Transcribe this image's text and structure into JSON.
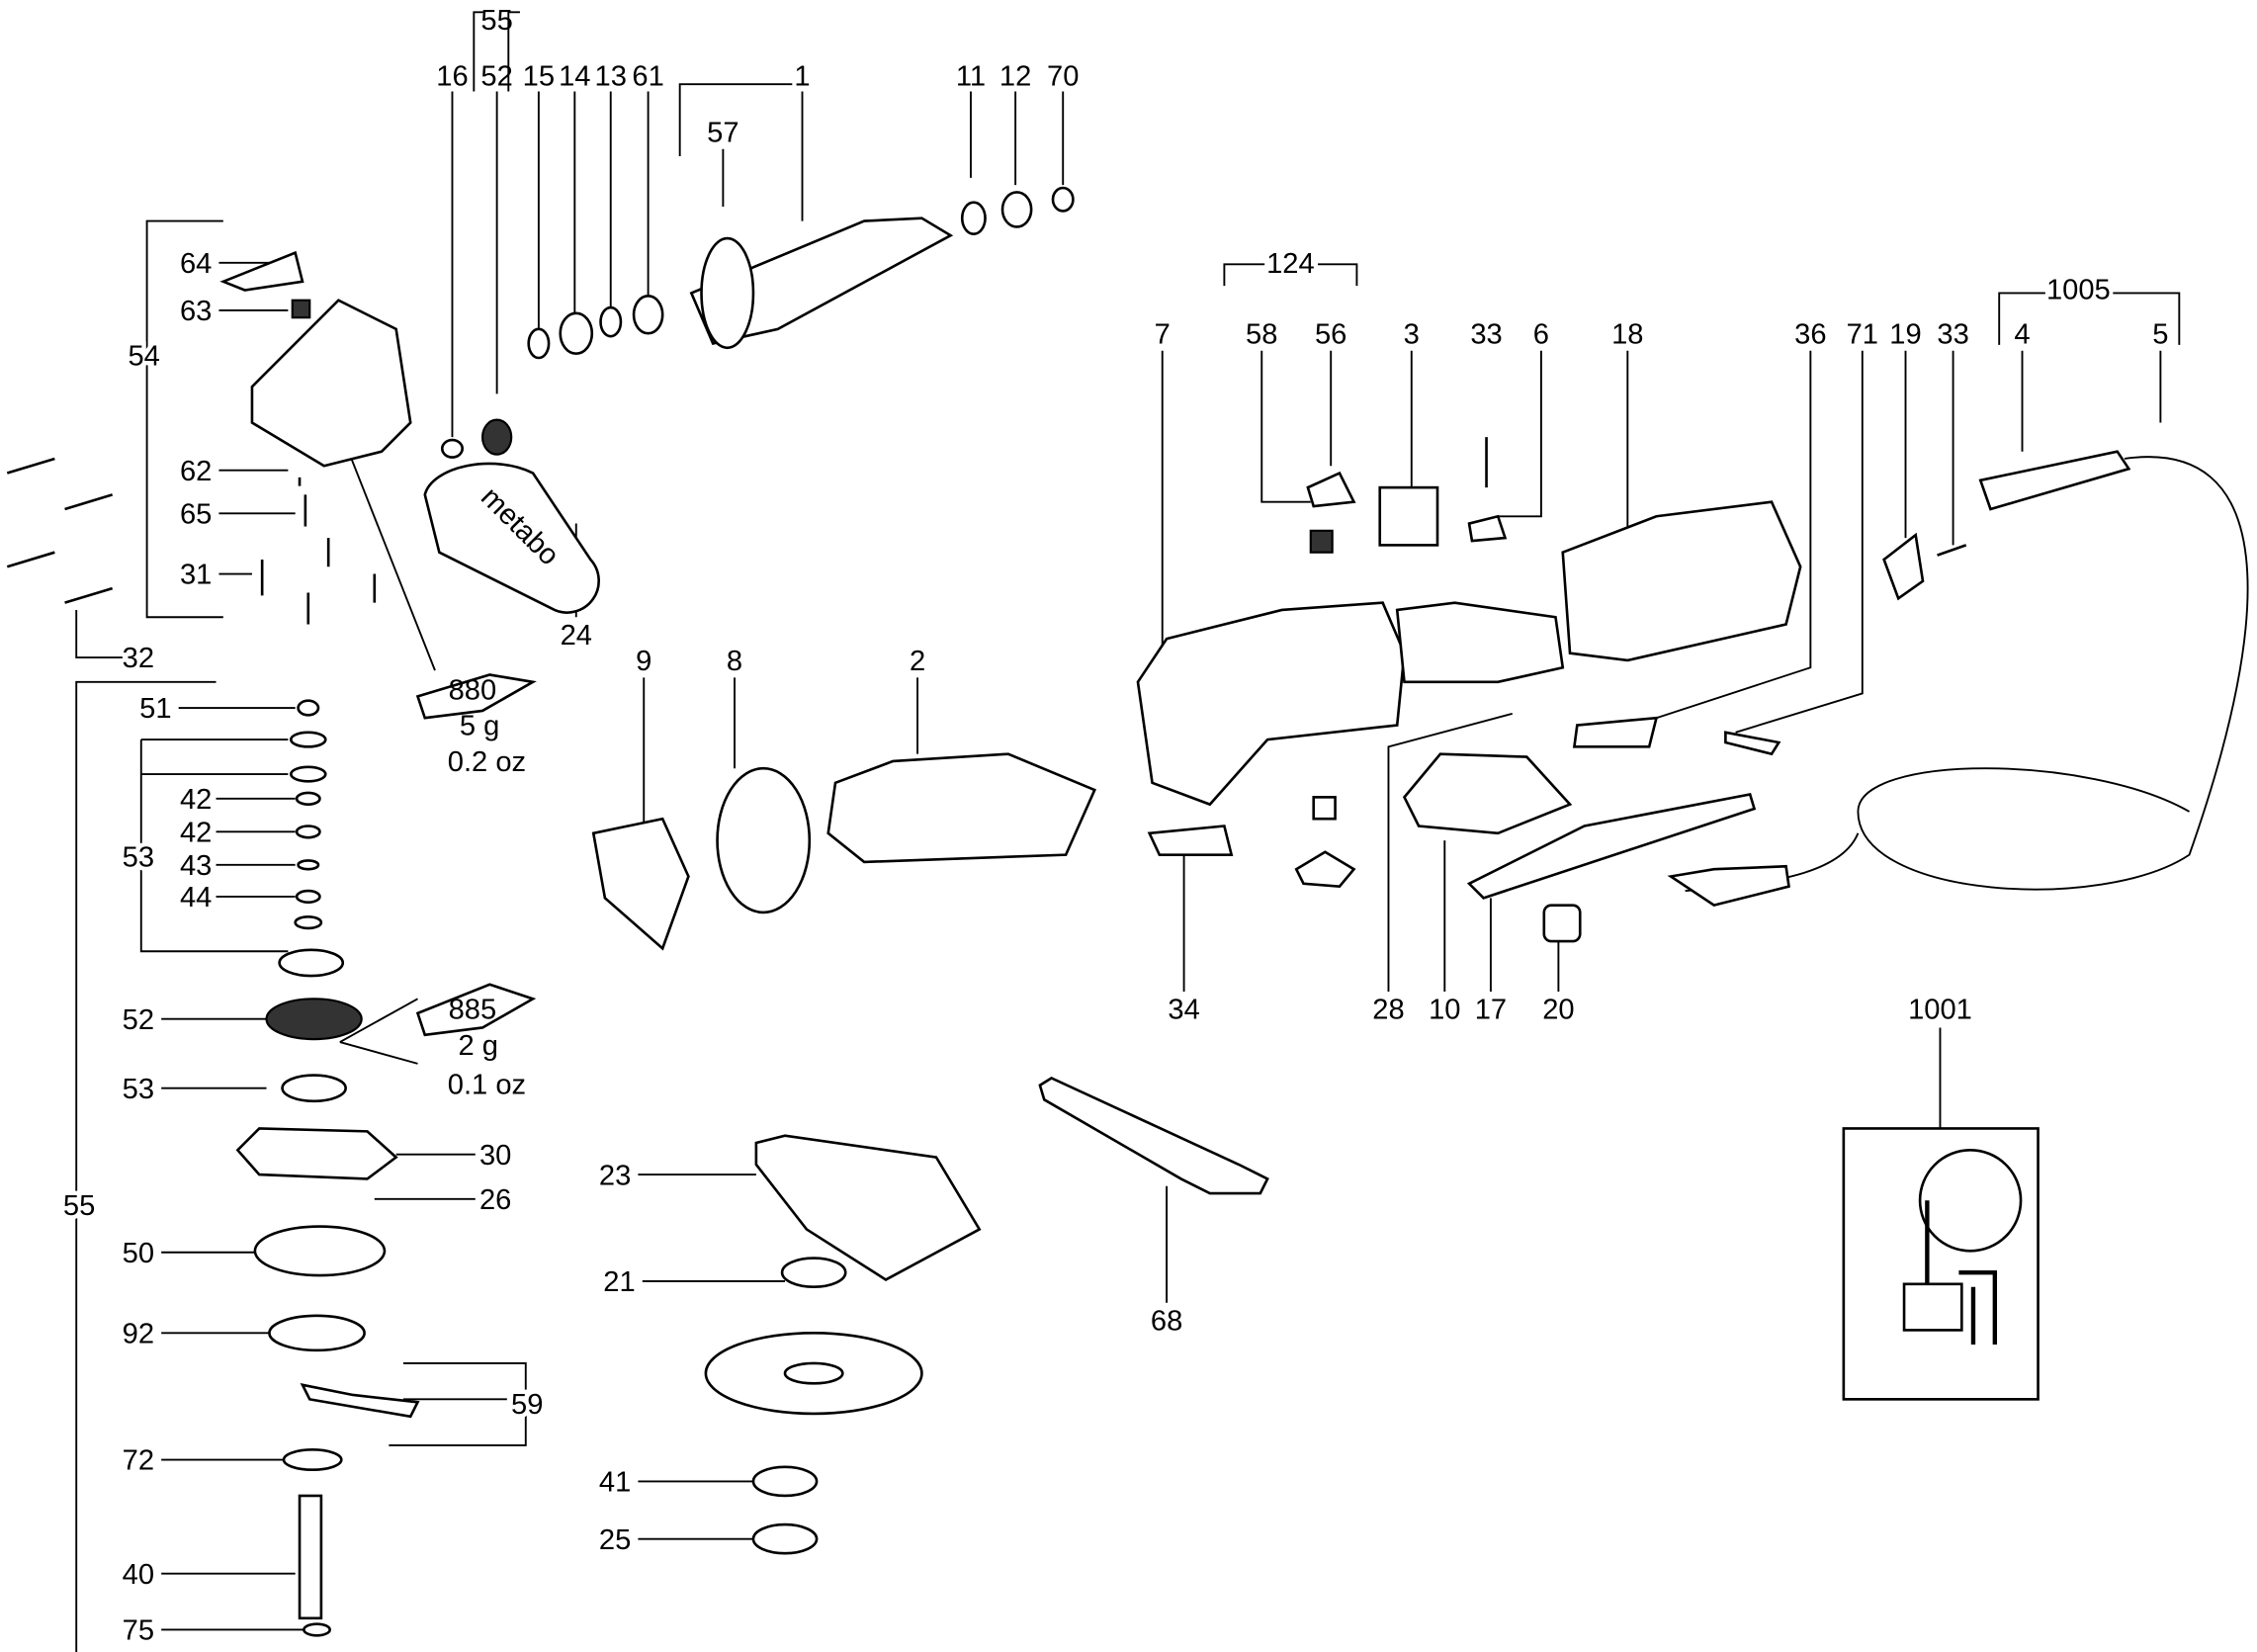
{
  "diagram": {
    "labels": {
      "l55a": "55",
      "l16": "16",
      "l52a": "52",
      "l15": "15",
      "l14": "14",
      "l13": "13",
      "l61": "61",
      "l1": "1",
      "l57": "57",
      "l11": "11",
      "l12": "12",
      "l70": "70",
      "l64": "64",
      "l63": "63",
      "l54": "54",
      "l62": "62",
      "l65": "65",
      "l31": "31",
      "l32": "32",
      "l24": "24",
      "l51": "51",
      "l42a": "42",
      "l42b": "42",
      "l43": "43",
      "l44": "44",
      "l53a": "53",
      "l52b": "52",
      "l53b": "53",
      "l30": "30",
      "l26": "26",
      "l55b": "55",
      "l50": "50",
      "l92": "92",
      "l59": "59",
      "l72": "72",
      "l40": "40",
      "l75": "75",
      "l9": "9",
      "l8": "8",
      "l2": "2",
      "l7": "7",
      "l124": "124",
      "l58": "58",
      "l56": "56",
      "l3": "3",
      "l33a": "33",
      "l6": "6",
      "l18": "18",
      "l36": "36",
      "l71": "71",
      "l19": "19",
      "l33b": "33",
      "l1005": "1005",
      "l4": "4",
      "l5": "5",
      "l34": "34",
      "l28": "28",
      "l10": "10",
      "l17": "17",
      "l20": "20",
      "l1001": "1001",
      "l23": "23",
      "l21": "21",
      "l68": "68",
      "l41": "41",
      "l25": "25"
    },
    "grease": [
      {
        "code": "880",
        "grams": "5 g",
        "ounces": "0.2 oz"
      },
      {
        "code": "885",
        "grams": "2 g",
        "ounces": "0.1 oz"
      }
    ],
    "brand_marking": "metabo"
  }
}
